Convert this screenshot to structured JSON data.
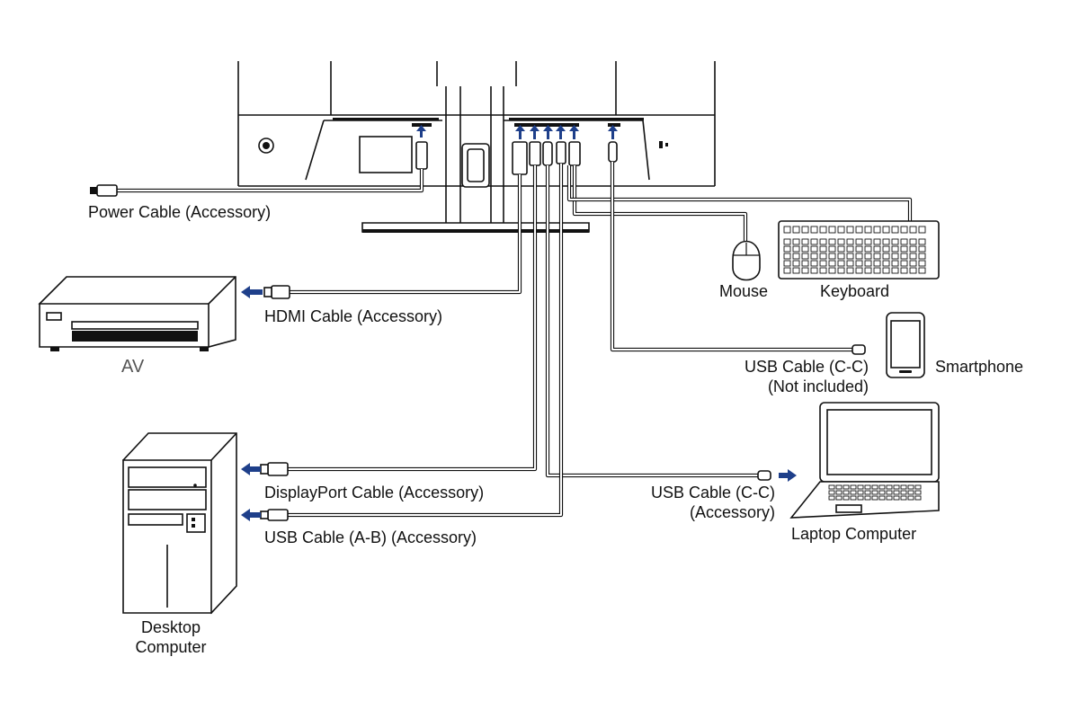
{
  "labels": {
    "power_cable": "Power Cable (Accessory)",
    "hdmi_cable": "HDMI Cable (Accessory)",
    "av": "AV",
    "mouse": "Mouse",
    "keyboard": "Keyboard",
    "usb_cc_phone_line1": "USB Cable (C-C)",
    "usb_cc_phone_line2": "(Not included)",
    "smartphone": "Smartphone",
    "displayport_cable": "DisplayPort Cable (Accessory)",
    "usb_ab_cable": "USB Cable (A-B) (Accessory)",
    "usb_cc_laptop_line1": "USB Cable (C-C)",
    "usb_cc_laptop_line2": "(Accessory)",
    "laptop": "Laptop Computer",
    "desktop_line1": "Desktop",
    "desktop_line2": "Computer"
  },
  "colors": {
    "arrow": "#1e3f8a",
    "line": "#111111",
    "av_label": "#555555"
  },
  "icons": [
    "monitor-rear",
    "monitor-stand",
    "power-plug-icon",
    "av-player-icon",
    "mouse-icon",
    "keyboard-icon",
    "smartphone-icon",
    "laptop-icon",
    "desktop-tower-icon",
    "connector-arrow-icon"
  ]
}
